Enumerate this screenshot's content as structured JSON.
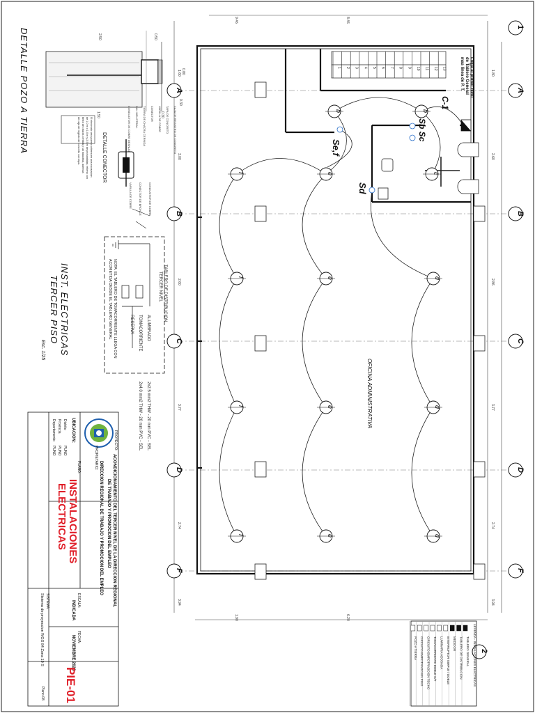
{
  "sheet": {
    "title_ground": "DETALLE POZO A TIERRA",
    "title_inst_1": "INST. ELECTRICAS",
    "title_inst_2": "TERCER PISO",
    "scale_note": "Esc. 1/25",
    "room_label": "OFICINA ADMINISTRATIVA",
    "connector_label": "DETALLE CONECTOR",
    "stairs_note_1": "Llega al primer nivel",
    "stairs_note_2": "de Tablero General",
    "stairs_note_3": "mas linea de P. T."
  },
  "axes": {
    "letters": [
      "A",
      "B",
      "C",
      "D",
      "F"
    ],
    "top_numbers": [
      "1",
      "2"
    ]
  },
  "dimensions": {
    "top": [
      "1.80",
      "2.60",
      "2.86",
      "3.77",
      "2.74",
      "3.94"
    ],
    "bottom": [
      "1.60",
      "3.00",
      "2.60",
      "3.77",
      "2.74",
      "3.94"
    ],
    "right": [
      "9.46",
      "8.46"
    ],
    "left": [
      "1.90",
      "6.20"
    ]
  },
  "stairs": {
    "steps": [
      "1",
      "2",
      "3",
      "4",
      "5",
      "6",
      "7",
      "8",
      "9",
      "10",
      "11",
      "12",
      "13"
    ]
  },
  "luminaires": {
    "b": "b",
    "c": "c",
    "d": "d",
    "e": "e",
    "f": "f"
  },
  "switch_labels": {
    "se_f": "Se,f",
    "sb_sc": "Sb Sc",
    "sd": "Sd",
    "c1": "C-1"
  },
  "board": {
    "heading_1": "TABLERO DE DISTRIBUCION",
    "heading_2": "TERCER NIVEL",
    "rows": [
      "ALUMBRADO",
      "TOMACORRIENTE",
      "RESERVA"
    ],
    "cables": [
      "2x2.5 mm2 THW - 20 mm PVC - SEL",
      "2x4.0 mm2 THW - 20 mm PVC - SEL"
    ],
    "note_1": "NOTA: EL TABLERO DE TOMACORRIENTE LLEGA CON",
    "note_2": "ACOMETIDA DESDE EL TABLERO GENERAL"
  },
  "ground_detail": {
    "dims": [
      "2.50",
      "0.50",
      "0.80",
      "0.30",
      "1.50",
      "0.30"
    ],
    "notes": [
      "CAJA DE REGISTRO DE CONCRETO",
      "TAPA DE CONCRETO",
      "VARILLA DE COBRE",
      "CONECTOR",
      "TIERRA DE CHACRA CERNIDA",
      "SAL INDUSTRIAL",
      "CONDUCTOR DE COBRE DESNUDO"
    ],
    "connector_notes": [
      "CONDUCTOR DE COBRE",
      "CONECTOR DE BRONCE",
      "VARILLA DE COBRE"
    ],
    "spec_text_1": "El electrodo sera puesto a tierra en una excavacion",
    "spec_text_2": "de 1.0 m x 1.0 m y 2.5 m de profundidad, relleno con",
    "spec_text_3": "tierra de chacra cernida y sal industrial, ademas",
    "spec_text_4": "de caja de registro de concreto con tapa."
  },
  "title_block": {
    "ubicacion_label": "UBICACION:",
    "distrito_label": "Distrito",
    "distrito_value": "PUNO",
    "provincia_label": "Provincia",
    "provincia_value": "PUNO",
    "departamento_label": "Departamento",
    "departamento_value": "PUNO",
    "proyecto_label": "PROYECTO:",
    "proyecto_1": "ACONDICIONAMIENTO DEL TERCER NIVEL DE LA DIRECCION REGIONAL",
    "proyecto_2": "DE TRABAJO Y PROMOCION DEL EMPLEO",
    "propietario_label": "PROPIETARIO:",
    "propietario_value": "DIRECCION REGIONAL DE TRABAJO Y PROMOCION DEL EMPLEO",
    "plano_label": "PLANO:",
    "plano_1": "INSTALACIONES",
    "plano_2": "ELECTRICAS",
    "escala_label": "ESCALA:",
    "escala_value": "INDICADA",
    "fecha_label": "FECHA:",
    "fecha_value": "NOVIEMBRE 2023",
    "sistema_label": "SISTEMA:",
    "sistema_value": "Sistema de proyeccion WGS 84 Zona 19 S",
    "sheet_code": "PIE-01",
    "sheet_num": "Plano 08"
  },
  "legend": {
    "heading": "LEYENDA - INSTALACIONES ELECTRICAS",
    "rows": [
      "TABLERO GENERAL",
      "TABLERO DE DISTRIBUCION",
      "MEDIDOR",
      "INTERRUPTOR SIMPLE / DOBLE",
      "LUMINARIA ADOSADA",
      "TOMACORRIENTE DOBLE C/T",
      "CIRCUITO EMPOTRADO EN TECHO",
      "CIRCUITO EMPOTRADO EN PISO",
      "POZO A TIERRA"
    ]
  }
}
